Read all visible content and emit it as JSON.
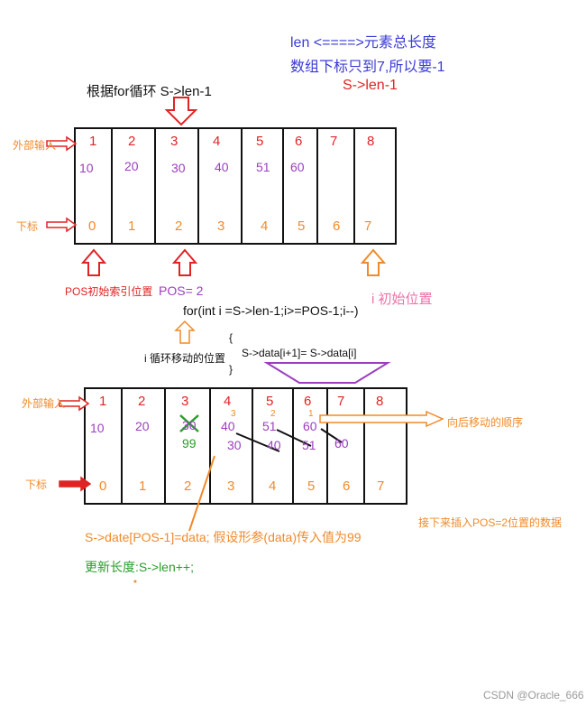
{
  "header": {
    "len_line": "len  <====>元素总长度",
    "index_line": "数组下标只到7,所以要-1",
    "len_minus": "S->len-1"
  },
  "top": {
    "loop_label": "根据for循环 S->len-1",
    "outer_input": "外部输入",
    "index_label": "下标",
    "positions": [
      "1",
      "2",
      "3",
      "4",
      "5",
      "6",
      "7",
      "8"
    ],
    "values": [
      "10",
      "20",
      "30",
      "40",
      "51",
      "60",
      "",
      ""
    ],
    "indices": [
      "0",
      "1",
      "2",
      "3",
      "4",
      "5",
      "6",
      "7"
    ],
    "pos_index_label": "POS初始索引位置",
    "pos_value": "POS=  2",
    "i_initial": "i 初始位置",
    "loop_code": "for(int i =S->len-1;i>=POS-1;i--)",
    "brace_open": "{",
    "loop_body": "S->data[i+1]=  S->data[i]",
    "brace_close": "}",
    "i_move": "i 循环移动的位置"
  },
  "bottom": {
    "outer_input": "外部输入",
    "index_label": "下标",
    "positions": [
      "1",
      "2",
      "3",
      "4",
      "5",
      "6",
      "7",
      "8"
    ],
    "row1_values": [
      "10",
      "20",
      "30",
      "40",
      "51",
      "60",
      "",
      ""
    ],
    "inserted": "99",
    "shifted": [
      "30",
      "40",
      "51",
      "60"
    ],
    "order_marks": [
      "3",
      "2",
      "1"
    ],
    "indices": [
      "0",
      "1",
      "2",
      "3",
      "4",
      "5",
      "6",
      "7"
    ],
    "move_order": "向后移动的顺序",
    "insert_note": "接下来插入POS=2位置的数据",
    "assign_code": "S->date[POS-1]=data; 假设形参(data)传入值为99",
    "update_len": "更新长度:S->len++;",
    "watermark": "CSDN @Oracle_666"
  },
  "colors": {
    "blue": "#3b3bd6",
    "red": "#e02424",
    "orange": "#f08a2a",
    "purple": "#9b3fc0",
    "green": "#2a9d2a"
  }
}
